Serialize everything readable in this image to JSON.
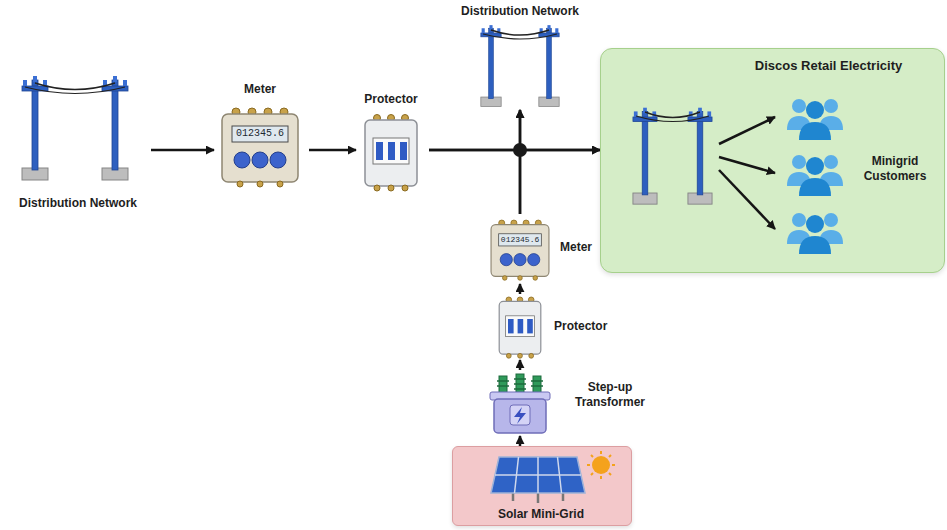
{
  "diagram": {
    "nodes": [
      {
        "text": [
          "Distribution Network"
        ]
      },
      {
        "text": [
          "Meter",
          "012345.6"
        ]
      },
      {
        "text": [
          "Protector"
        ]
      },
      {
        "text": [
          "Distribution Network"
        ]
      },
      {
        "text": [
          "Discos Retail Electricity"
        ]
      },
      {
        "text": [
          "Minigrid Customers"
        ],
        "in": 4
      },
      {
        "text": [
          "Meter",
          "012345.6"
        ]
      },
      {
        "text": [
          "Protector"
        ]
      },
      {
        "text": [
          "Step-up Transformer"
        ]
      },
      {
        "text": [
          "Solar Mini-Grid"
        ]
      }
    ],
    "edges": [
      {
        "from": 0,
        "to": 1,
        "arrow": "to"
      },
      {
        "from": 1,
        "to": 2,
        "arrow": "to"
      },
      {
        "from": 2,
        "to": 3,
        "arrow": "to"
      },
      {
        "from": 2,
        "to": 4,
        "arrow": "to"
      },
      {
        "from": 6,
        "to": 3,
        "arrow": "to"
      },
      {
        "from": 6,
        "to": 4,
        "arrow": "to"
      },
      {
        "from": 7,
        "to": 6,
        "arrow": "to"
      },
      {
        "from": 8,
        "to": 7,
        "arrow": "to"
      },
      {
        "from": 9,
        "to": 8,
        "arrow": "to"
      }
    ]
  }
}
